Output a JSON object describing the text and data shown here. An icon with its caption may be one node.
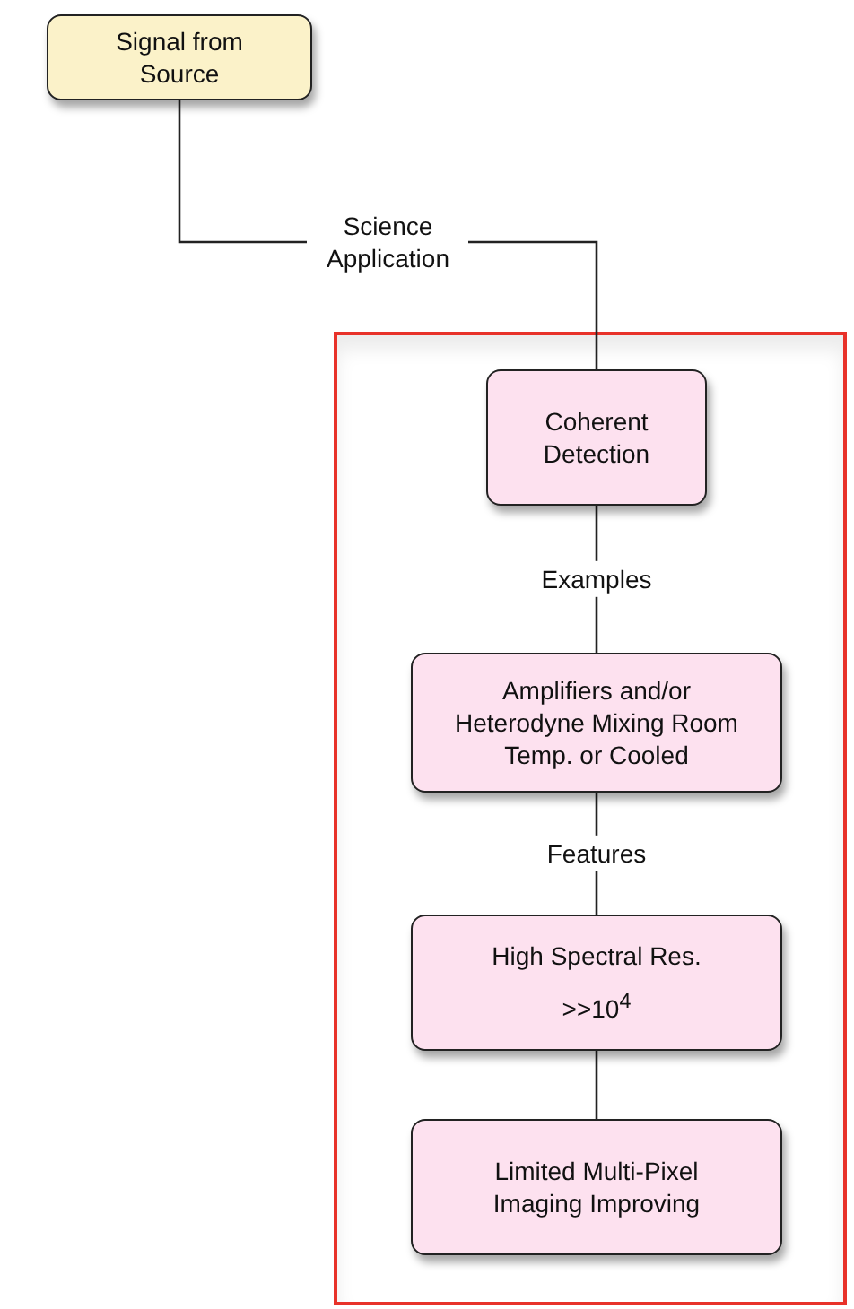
{
  "diagram": {
    "nodes": [
      {
        "text": [
          "Signal from Source"
        ]
      },
      {
        "text": [],
        "shape": "box"
      },
      {
        "text": [
          "Coherent Detection"
        ],
        "in": 1
      },
      {
        "text": [
          "Amplifiers and/or Heterodyne Mixing Room Temp. or Cooled"
        ],
        "in": 1
      },
      {
        "text": [
          "High Spectral Res.",
          ">>10$^{4}$"
        ],
        "in": 1
      },
      {
        "text": [
          "Limited Multi-Pixel Imaging Improving"
        ],
        "in": 1
      }
    ],
    "edges": [
      {
        "from": 0,
        "to": 2,
        "arrow": "none",
        "label": "Science Application"
      },
      {
        "from": 2,
        "to": 3,
        "arrow": "none",
        "label": "Examples"
      },
      {
        "from": 3,
        "to": 4,
        "arrow": "none",
        "label": "Features"
      },
      {
        "from": 4,
        "to": 5,
        "arrow": "none"
      }
    ]
  }
}
